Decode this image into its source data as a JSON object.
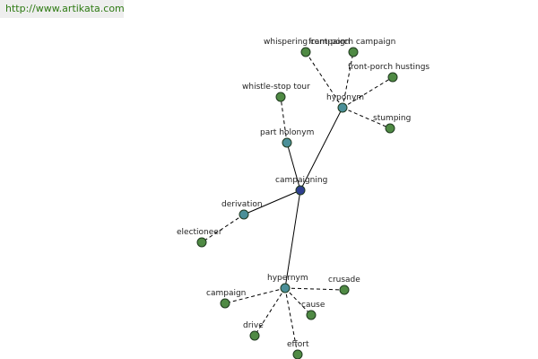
{
  "site": {
    "url_text": "http://www.artikata.com"
  },
  "colors": {
    "center": "#2f3f8f",
    "relation": "#4b8f98",
    "leaf": "#4f8a44",
    "link": "#2e7a13"
  },
  "graph": {
    "nodes": [
      {
        "id": "campaigning",
        "label": "campaigning",
        "kind": "center"
      },
      {
        "id": "hyponym",
        "label": "hyponym",
        "kind": "relation"
      },
      {
        "id": "part-holonym",
        "label": "part holonym",
        "kind": "relation"
      },
      {
        "id": "derivation",
        "label": "derivation",
        "kind": "relation"
      },
      {
        "id": "hypernym",
        "label": "hypernym",
        "kind": "relation"
      },
      {
        "id": "whispering-campaign",
        "label": "whispering campaign",
        "kind": "leaf"
      },
      {
        "id": "front-porch-campaign",
        "label": "front-porch campaign",
        "kind": "leaf"
      },
      {
        "id": "front-porch-hustings",
        "label": "front-porch hustings",
        "kind": "leaf"
      },
      {
        "id": "stumping",
        "label": "stumping",
        "kind": "leaf"
      },
      {
        "id": "whistle-stop-tour",
        "label": "whistle-stop tour",
        "kind": "leaf"
      },
      {
        "id": "electioneer",
        "label": "electioneer",
        "kind": "leaf"
      },
      {
        "id": "campaign",
        "label": "campaign",
        "kind": "leaf"
      },
      {
        "id": "crusade",
        "label": "crusade",
        "kind": "leaf"
      },
      {
        "id": "cause",
        "label": "cause",
        "kind": "leaf"
      },
      {
        "id": "drive",
        "label": "drive",
        "kind": "leaf"
      },
      {
        "id": "effort",
        "label": "effort",
        "kind": "leaf"
      }
    ],
    "edges": [
      {
        "from": "campaigning",
        "to": "hyponym",
        "style": "solid"
      },
      {
        "from": "campaigning",
        "to": "part-holonym",
        "style": "solid"
      },
      {
        "from": "campaigning",
        "to": "derivation",
        "style": "solid"
      },
      {
        "from": "campaigning",
        "to": "hypernym",
        "style": "solid"
      },
      {
        "from": "hyponym",
        "to": "whispering-campaign",
        "style": "dashed"
      },
      {
        "from": "hyponym",
        "to": "front-porch-campaign",
        "style": "dashed"
      },
      {
        "from": "hyponym",
        "to": "front-porch-hustings",
        "style": "dashed"
      },
      {
        "from": "hyponym",
        "to": "stumping",
        "style": "dashed"
      },
      {
        "from": "part-holonym",
        "to": "whistle-stop-tour",
        "style": "dashed"
      },
      {
        "from": "derivation",
        "to": "electioneer",
        "style": "dashed"
      },
      {
        "from": "hypernym",
        "to": "campaign",
        "style": "dashed"
      },
      {
        "from": "hypernym",
        "to": "crusade",
        "style": "dashed"
      },
      {
        "from": "hypernym",
        "to": "cause",
        "style": "dashed"
      },
      {
        "from": "hypernym",
        "to": "drive",
        "style": "dashed"
      },
      {
        "from": "hypernym",
        "to": "effort",
        "style": "dashed"
      }
    ]
  }
}
